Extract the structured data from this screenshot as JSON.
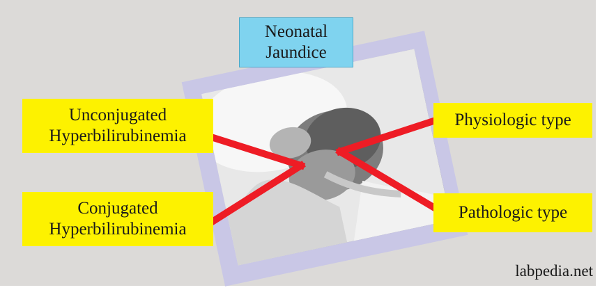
{
  "diagram": {
    "title": [
      "Neonatal",
      "Jaundice"
    ],
    "left_labels": [
      {
        "lines": [
          "Unconjugated",
          "Hyperbilirubinemia"
        ]
      },
      {
        "lines": [
          "Conjugated",
          "Hyperbilirubinemia"
        ]
      }
    ],
    "right_labels": [
      {
        "lines": [
          "Physiologic type"
        ]
      },
      {
        "lines": [
          "Pathologic type"
        ]
      }
    ],
    "watermark": "labpedia.net",
    "photo_subject": "newborn-baby",
    "colors": {
      "background": "#dcdad8",
      "title_box": "#7fd3ef",
      "label_box": "#fdf200",
      "connector": "#ee1c25",
      "photo_frame": "#c9c7e6"
    }
  }
}
